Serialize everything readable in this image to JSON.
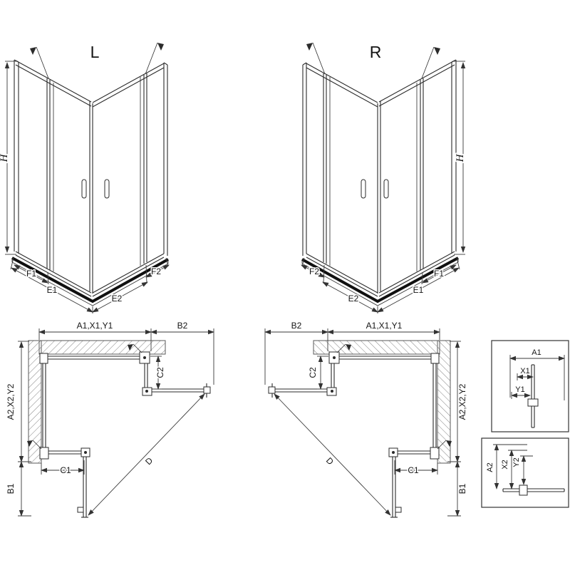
{
  "page": {
    "background": "#ffffff",
    "line_color": "#2b2b2b",
    "hatch_color": "#8a8a8a"
  },
  "iso_left": {
    "variant": "L",
    "height": "H",
    "widths": [
      "F1",
      "E1",
      "E2",
      "F2"
    ]
  },
  "iso_right": {
    "variant": "R",
    "height": "H",
    "widths": [
      "F2",
      "E2",
      "E1",
      "F1"
    ]
  },
  "plan_left": {
    "top": "A1,X1,Y1",
    "top_return": "B2",
    "return_depth": "C2",
    "side": "A2,X2,Y2",
    "bottom": "C1",
    "side_lower": "B1",
    "diagonal": "D"
  },
  "plan_right": {
    "top": "A1,X1,Y1",
    "top_return": "B2",
    "return_depth": "C2",
    "side": "A2,X2,Y2",
    "bottom": "C1",
    "side_lower": "B1",
    "diagonal": "D"
  },
  "detail_upper": {
    "labels": [
      "A1",
      "X1",
      "Y1"
    ]
  },
  "detail_lower": {
    "labels": [
      "A2",
      "X2",
      "Y2"
    ]
  }
}
